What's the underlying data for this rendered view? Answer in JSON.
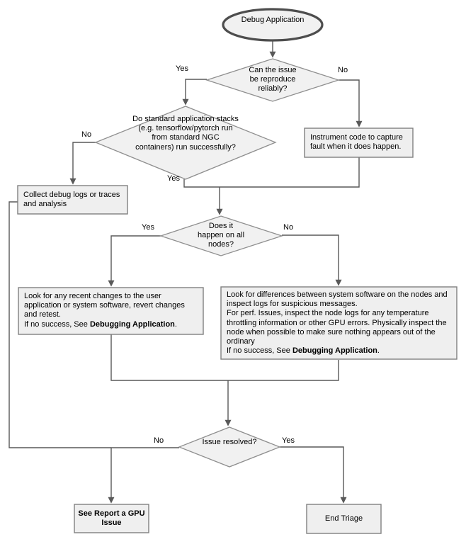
{
  "colors": {
    "node_fill": "#efefef",
    "node_border": "#808080",
    "diamond_fill": "#f1f1f1",
    "diamond_border": "#8f8f8f",
    "terminator_border": "#4d4d4d",
    "line": "#595959"
  },
  "nodes": {
    "start": {
      "label": "Debug Application"
    },
    "decision_reproduce": {
      "label": "Can the issue be reproduce reliably?"
    },
    "decision_stacks": {
      "label": "Do standard application stacks (e.g. tensorflow/pytorch run from standard NGC containers) run successfully?"
    },
    "instrument": {
      "label": "Instrument code to capture fault when it does happen."
    },
    "collect": {
      "label": "Collect debug logs or traces and analysis"
    },
    "decision_nodes": {
      "label": "Does it happen on all nodes?"
    },
    "left_action": {
      "line1": "Look for any recent changes to the user application or system software, revert changes and retest.",
      "line2_prefix": "If no success, See ",
      "line2_bold": "Debugging Application",
      "line2_suffix": "."
    },
    "right_action": {
      "line1": "Look for differences between system software on the nodes and inspect logs for suspicious messages.",
      "line2": "For perf. Issues,  inspect the node logs for any temperature throttling information or other GPU errors.  Physically inspect the node when possible to make sure nothing appears out of the ordinary",
      "line3_prefix": "If no success, See ",
      "line3_bold": "Debugging Application",
      "line3_suffix": "."
    },
    "decision_resolved": {
      "label": "Issue resolved?"
    },
    "report": {
      "label": "See Report a GPU Issue"
    },
    "end": {
      "label": "End Triage"
    }
  },
  "edge_labels": {
    "reproduce_yes": "Yes",
    "reproduce_no": "No",
    "stacks_no": "No",
    "stacks_yes": "Yes",
    "nodes_yes": "Yes",
    "nodes_no": "No",
    "resolved_no": "No",
    "resolved_yes": "Yes"
  }
}
